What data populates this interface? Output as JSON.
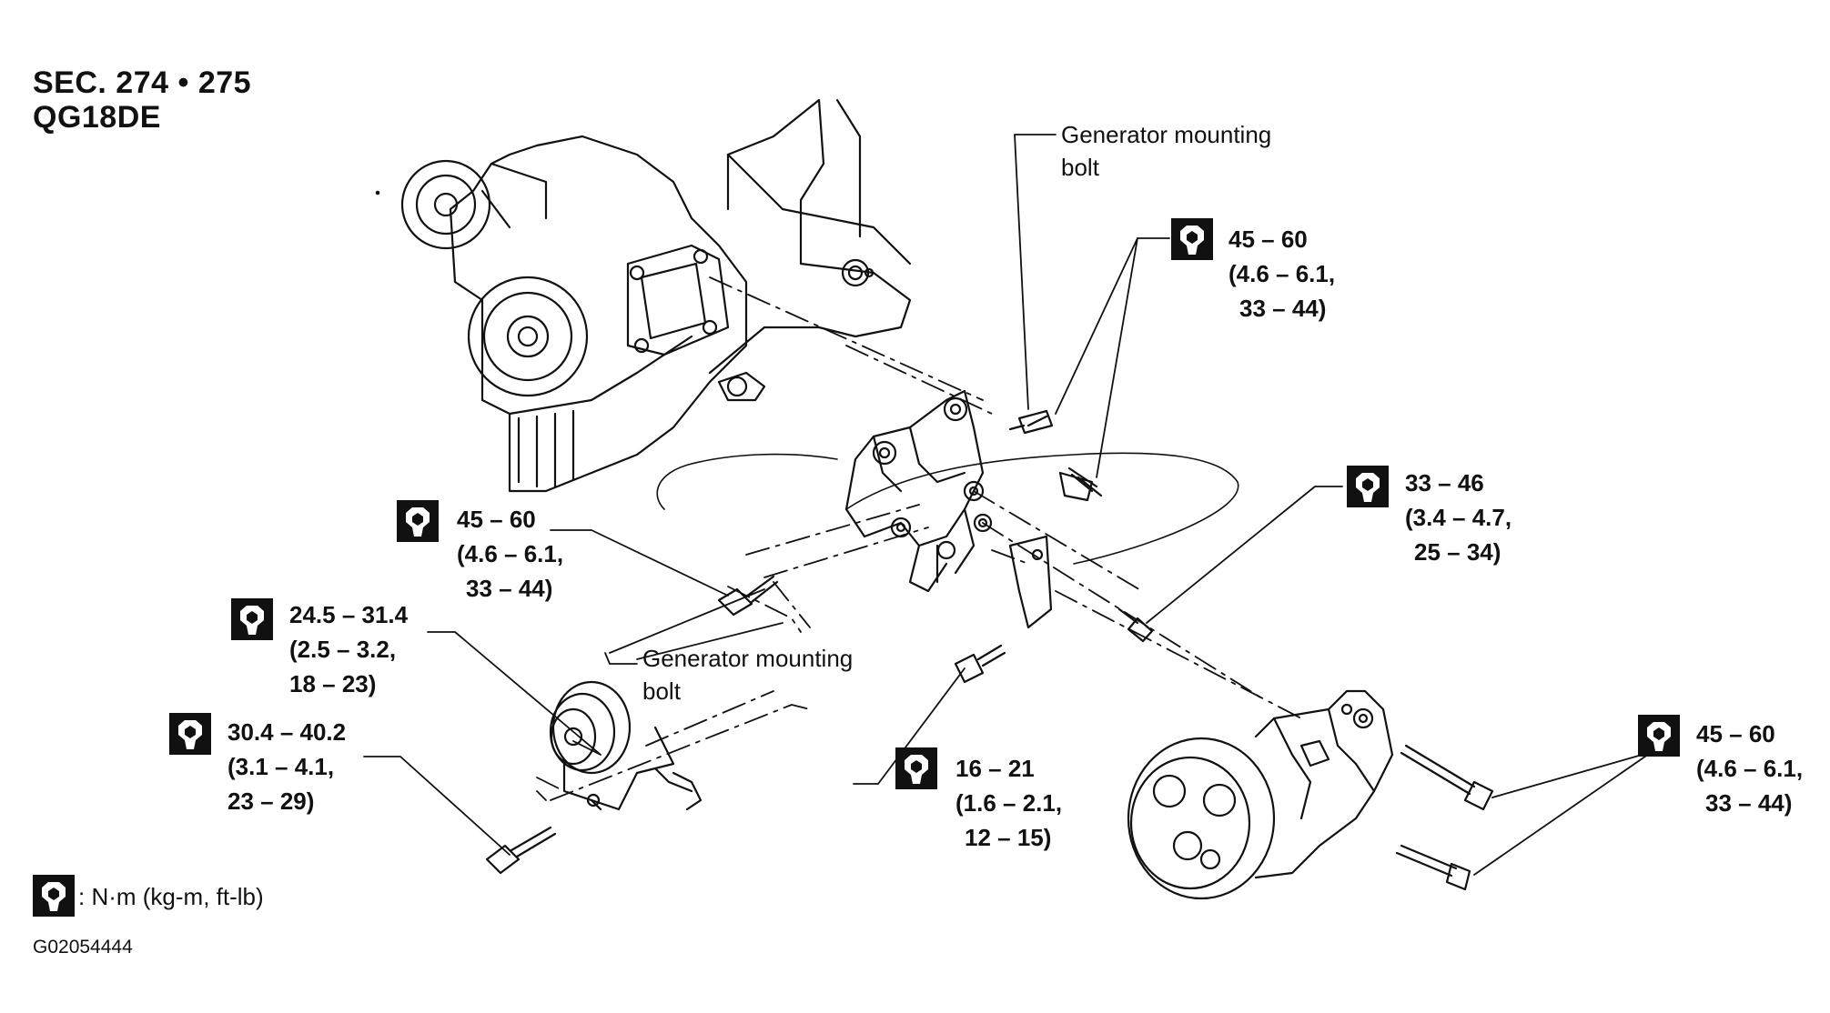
{
  "header": {
    "section": "SEC. 274 • 275",
    "engine": "QG18DE"
  },
  "labels": {
    "gen_bolt_top_1": "Generator mounting",
    "gen_bolt_top_2": "bolt",
    "gen_bolt_mid_1": "Generator mounting",
    "gen_bolt_mid_2": "bolt"
  },
  "torque_specs": [
    {
      "id": "t1",
      "l1": "45 – 60",
      "l2": "(4.6 – 6.1,",
      "l3": "33 – 44)"
    },
    {
      "id": "t2",
      "l1": "45 – 60",
      "l2": "(4.6 – 6.1,",
      "l3": "33 – 44)"
    },
    {
      "id": "t3",
      "l1": "33 – 46",
      "l2": "(3.4 – 4.7,",
      "l3": "25 – 34)"
    },
    {
      "id": "t4",
      "l1": "24.5 – 31.4",
      "l2": "(2.5 – 3.2,",
      "l3": "18 – 23)"
    },
    {
      "id": "t5",
      "l1": "30.4 – 40.2",
      "l2": "(3.1 – 4.1,",
      "l3": "23 – 29)"
    },
    {
      "id": "t6",
      "l1": "16 – 21",
      "l2": "(1.6 – 2.1,",
      "l3": "12 – 15)"
    },
    {
      "id": "t7",
      "l1": "45 – 60",
      "l2": "(4.6 – 6.1,",
      "l3": "33 – 44)"
    }
  ],
  "legend": {
    "units": ": N·m (kg-m, ft-lb)",
    "icon": "torque-wrench-icon"
  },
  "figure_code": "G02054444"
}
